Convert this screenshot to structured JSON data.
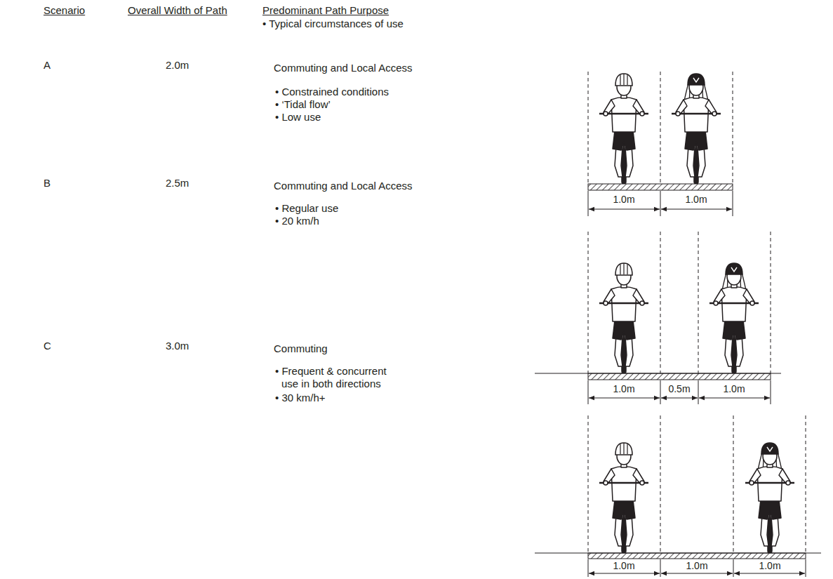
{
  "diagram": {
    "labels": [
      "Scenario",
      "Overall Width of Path",
      "Predominant Path Purpose",
      "• Typical circumstances of use",
      "A",
      "2.0m",
      "Commuting and Local Access",
      "• Constrained conditions",
      "• ‘Tidal flow’",
      "• Low use",
      "1.0m",
      "1.0m",
      "B",
      "2.5m",
      "Commuting and Local Access",
      "• Regular use",
      "• 20 km/h",
      "1.0m",
      "0.5m",
      "1.0m",
      "C",
      "3.0m",
      "Commuting",
      "• Frequent & concurrent use in both directions",
      "• 30 km/h+",
      "1.0m",
      "1.0m",
      "1.0m"
    ]
  }
}
